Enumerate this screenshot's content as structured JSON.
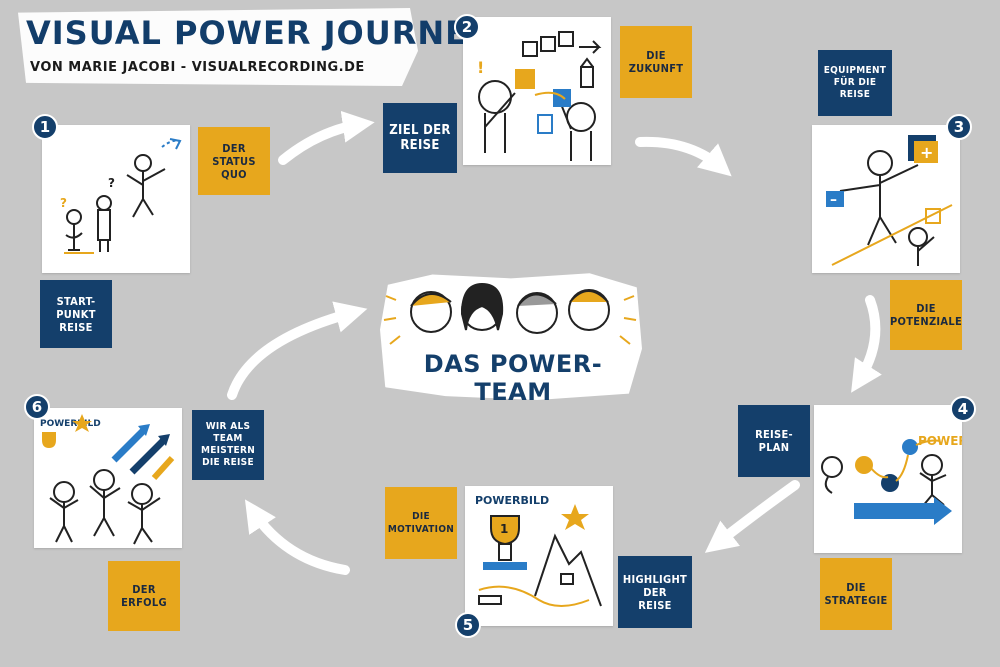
{
  "header": {
    "title": "VISUAL POWER JOURNEY",
    "subtitle": "VON MARIE JACOBI - VISUALRECORDING.DE"
  },
  "center": {
    "title": "DAS POWER-TEAM"
  },
  "stations": [
    {
      "number": "1"
    },
    {
      "number": "2"
    },
    {
      "number": "3"
    },
    {
      "number": "4"
    },
    {
      "number": "5"
    },
    {
      "number": "6"
    }
  ],
  "notes": {
    "der_status_quo": "DER\nSTATUS\nQUO",
    "startpunkt_reise": "START-\nPUNKT\nREISE",
    "ziel_der_reise": "ZIEL DER\nREISE",
    "die_zukunft": "DIE\nZUKUNFT",
    "equipment": "EQUIPMENT\nFÜR DIE\nREISE",
    "die_potenziale": "DIE\nPOTENZIALE",
    "reiseplan": "REISE-\nPLAN",
    "die_strategie": "DIE\nSTRATEGIE",
    "die_motivation": "DIE\nMOTIVATION",
    "highlight": "HIGHLIGHT\nDER\nREISE",
    "wir_als_team": "WIR ALS\nTEAM\nMEISTERN\nDIE REISE",
    "der_erfolg": "DER\nERFOLG"
  },
  "card_labels": {
    "powerbild_5": "POWERBILD",
    "powerbild_6": "POWERBILD",
    "power_4": "POWER"
  },
  "colors": {
    "navy": "#143f6b",
    "gold": "#e7a71d",
    "background": "#c7c7c7"
  }
}
